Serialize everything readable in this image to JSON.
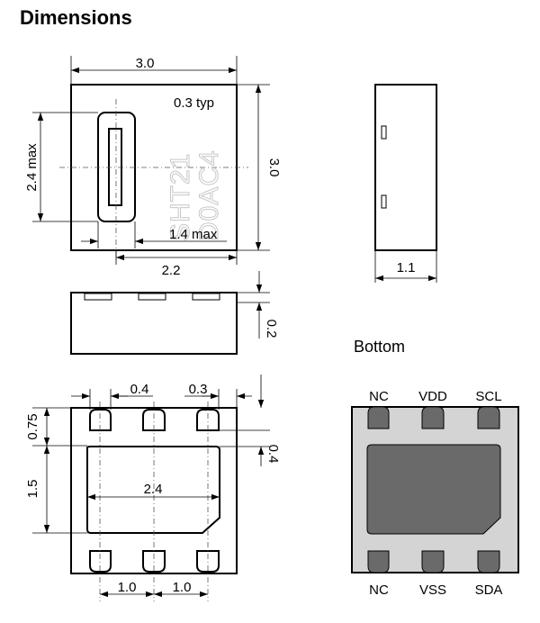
{
  "title": "Dimensions",
  "top_view": {
    "width": "3.0",
    "height": "3.0",
    "sensor_height": "2.4 max",
    "sensor_width": "1.4 max",
    "sensor_offset": "2.2",
    "corner": "0.3 typ",
    "marking_line1": "SHT21",
    "marking_line2": "D0AC4"
  },
  "side_view": {
    "thickness": "1.1"
  },
  "front_view": {
    "pad_height": "0.2"
  },
  "bottom_dims": {
    "pad_width": "0.4",
    "pad_edge": "0.3",
    "pad_length": "0.75",
    "epad_height": "1.5",
    "epad_width": "2.4",
    "pad_inset": "0.4",
    "pitch_left": "1.0",
    "pitch_right": "1.0"
  },
  "bottom": {
    "label": "Bottom",
    "pins_top": [
      "NC",
      "VDD",
      "SCL"
    ],
    "pins_bottom": [
      "NC",
      "VSS",
      "SDA"
    ],
    "colors": {
      "body": "#d4d4d4",
      "pad": "#6a6a6a"
    }
  }
}
